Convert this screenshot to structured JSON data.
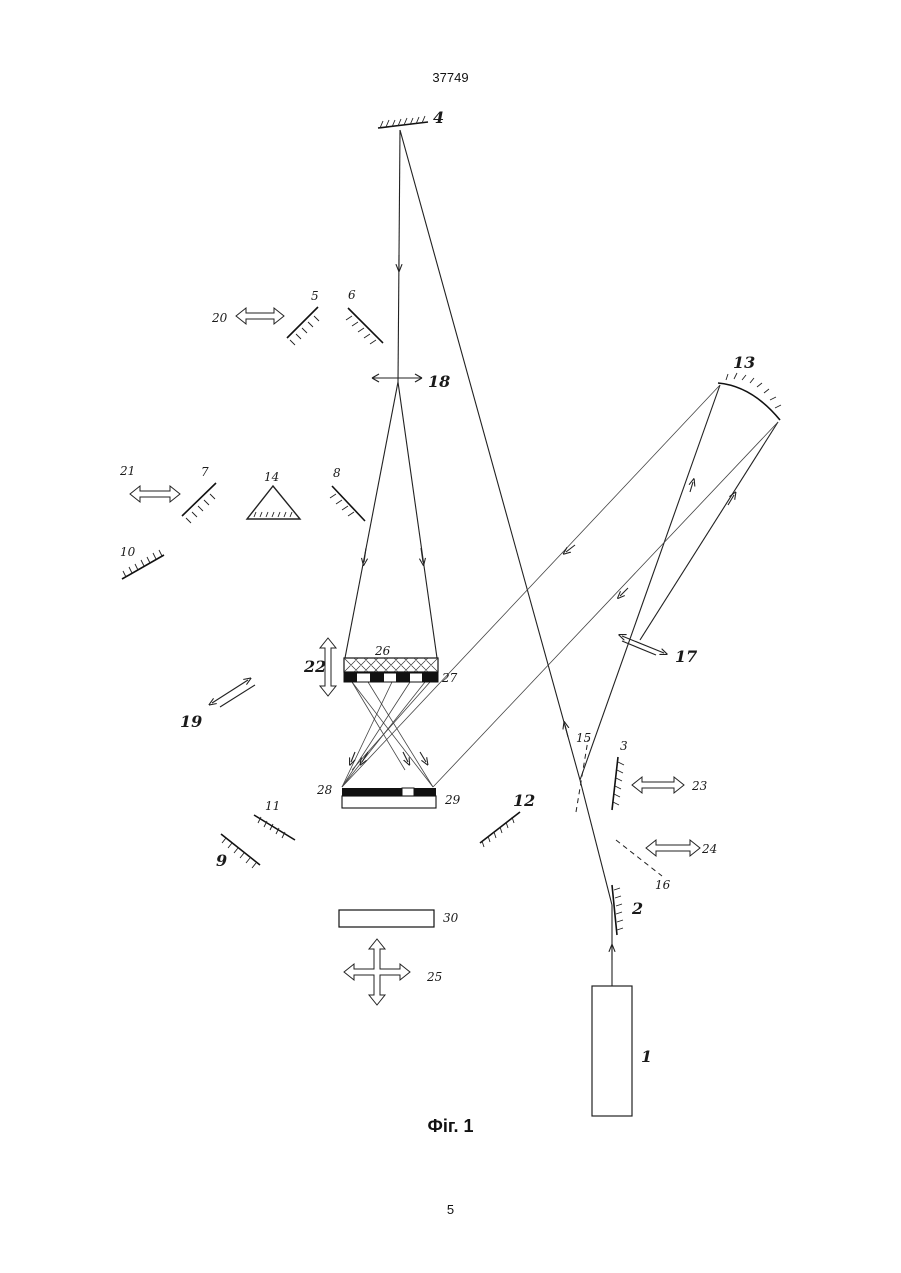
{
  "header": {
    "doc_number": "37749"
  },
  "footer": {
    "page_number": "5"
  },
  "figure": {
    "caption": "Фіг. 1",
    "labels": {
      "l1": "1",
      "l2": "2",
      "l3": "3",
      "l4": "4",
      "l5": "5",
      "l6": "6",
      "l7": "7",
      "l8": "8",
      "l9": "9",
      "l10": "10",
      "l11": "11",
      "l12": "12",
      "l13": "13",
      "l14": "14",
      "l15": "15",
      "l16": "16",
      "l17": "17",
      "l18": "18",
      "l19": "19",
      "l20": "20",
      "l21": "21",
      "l22": "22",
      "l23": "23",
      "l24": "24",
      "l25": "25",
      "l26": "26",
      "l27": "27",
      "l28": "28",
      "l29": "29",
      "l30": "30"
    }
  }
}
